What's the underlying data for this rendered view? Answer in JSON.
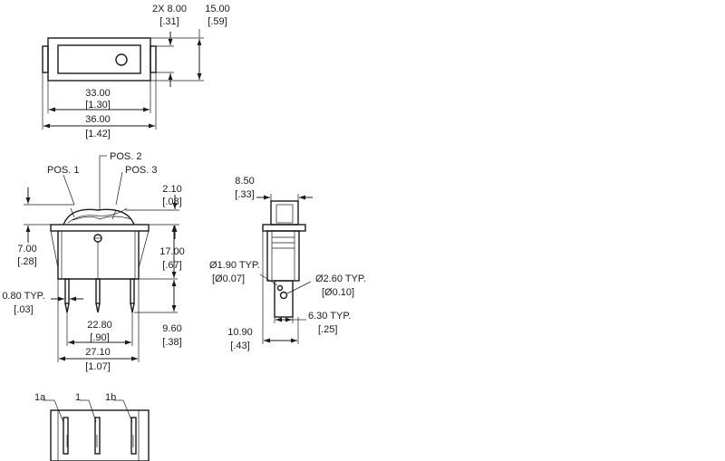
{
  "top_view": {
    "dims": [
      {
        "id": "pitch",
        "mm": "2X 8.00",
        "in": "[.31]"
      },
      {
        "id": "depth",
        "mm": "15.00",
        "in": "[.59]"
      },
      {
        "id": "inner_width",
        "mm": "33.00",
        "in": "[1.30]"
      },
      {
        "id": "outer_width",
        "mm": "36.00",
        "in": "[1.42]"
      }
    ]
  },
  "front_view": {
    "positions": [
      "POS. 1",
      "POS. 2",
      "POS. 3"
    ],
    "dims": [
      {
        "id": "rocker_travel",
        "mm": "2.10",
        "in": "[.08]"
      },
      {
        "id": "rocker_height",
        "mm": "7.00",
        "in": "[.28]"
      },
      {
        "id": "body_height",
        "mm": "17.00",
        "in": "[.67]"
      },
      {
        "id": "terminal_thickness",
        "mm": "0.80 TYP.",
        "in": "[.03]"
      },
      {
        "id": "terminal_spacing",
        "mm": "22.80",
        "in": "[.90]"
      },
      {
        "id": "terminal_length",
        "mm": "9.60",
        "in": "[.38]"
      },
      {
        "id": "body_width",
        "mm": "27.10",
        "in": "[1.07]"
      }
    ]
  },
  "side_view": {
    "dims": [
      {
        "id": "rocker_width",
        "mm": "8.50",
        "in": "[.33]"
      },
      {
        "id": "small_hole",
        "mm": "Ø1.90 TYP.",
        "in": "[Ø0.07]"
      },
      {
        "id": "large_hole",
        "mm": "Ø2.60 TYP.",
        "in": "[Ø0.10]"
      },
      {
        "id": "body_depth",
        "mm": "10.90",
        "in": "[.43]"
      },
      {
        "id": "terminal_width",
        "mm": "6.30 TYP.",
        "in": "[.25]"
      }
    ]
  },
  "bottom_view": {
    "terminals": [
      "1a",
      "1",
      "1b"
    ]
  }
}
